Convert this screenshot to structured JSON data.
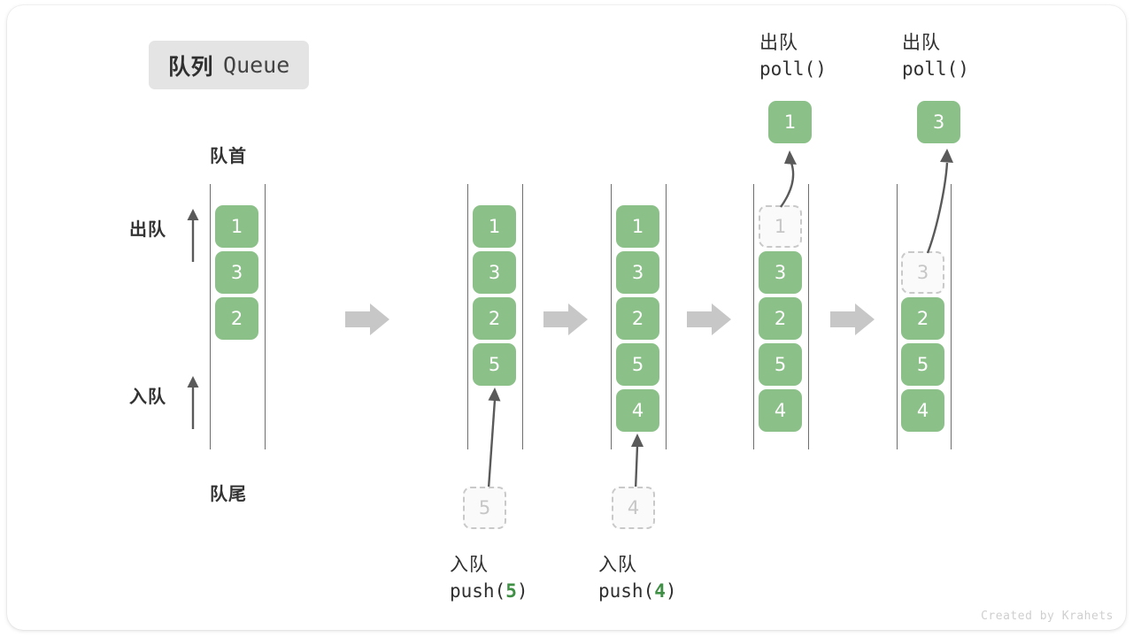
{
  "title": {
    "cn": "队列",
    "en": "Queue"
  },
  "labels": {
    "head": "队首",
    "tail": "队尾",
    "dequeue_side": "出队",
    "enqueue_side": "入队"
  },
  "watermark": "Created by Krahets",
  "colors": {
    "element_fill": "#8bc089",
    "element_text": "#ffffff",
    "ghost_fill": "#fafafa",
    "ghost_text": "#c6c6c6",
    "ghost_border": "#c9c9c9",
    "rail": "#6e6e6e",
    "arrow": "#5a5a5a",
    "step_arrow": "#c7c7c7",
    "badge_bg": "#e4e4e4",
    "accent_number": "#3f8f45"
  },
  "operations": {
    "push5": {
      "cn": "入队",
      "code_prefix": "push(",
      "code_value": "5",
      "code_suffix": ")",
      "pending_value": "5"
    },
    "push4": {
      "cn": "入队",
      "code_prefix": "push(",
      "code_value": "4",
      "code_suffix": ")",
      "pending_value": "4"
    },
    "poll1": {
      "cn": "出队",
      "code": "poll()",
      "popped_value": "1"
    },
    "poll2": {
      "cn": "出队",
      "code": "poll()",
      "popped_value": "3"
    }
  },
  "columns": [
    {
      "name": "initial-queue",
      "elements": [
        {
          "value": "1",
          "state": "solid"
        },
        {
          "value": "3",
          "state": "solid"
        },
        {
          "value": "2",
          "state": "solid"
        }
      ]
    },
    {
      "name": "after-push-5",
      "elements": [
        {
          "value": "1",
          "state": "solid"
        },
        {
          "value": "3",
          "state": "solid"
        },
        {
          "value": "2",
          "state": "solid"
        },
        {
          "value": "5",
          "state": "solid"
        }
      ]
    },
    {
      "name": "after-push-4",
      "elements": [
        {
          "value": "1",
          "state": "solid"
        },
        {
          "value": "3",
          "state": "solid"
        },
        {
          "value": "2",
          "state": "solid"
        },
        {
          "value": "5",
          "state": "solid"
        },
        {
          "value": "4",
          "state": "solid"
        }
      ]
    },
    {
      "name": "after-poll-1",
      "elements": [
        {
          "value": "1",
          "state": "ghost"
        },
        {
          "value": "3",
          "state": "solid"
        },
        {
          "value": "2",
          "state": "solid"
        },
        {
          "value": "5",
          "state": "solid"
        },
        {
          "value": "4",
          "state": "solid"
        }
      ]
    },
    {
      "name": "after-poll-3",
      "elements": [
        {
          "value": "3",
          "state": "ghost"
        },
        {
          "value": "2",
          "state": "solid"
        },
        {
          "value": "5",
          "state": "solid"
        },
        {
          "value": "4",
          "state": "solid"
        }
      ]
    }
  ]
}
